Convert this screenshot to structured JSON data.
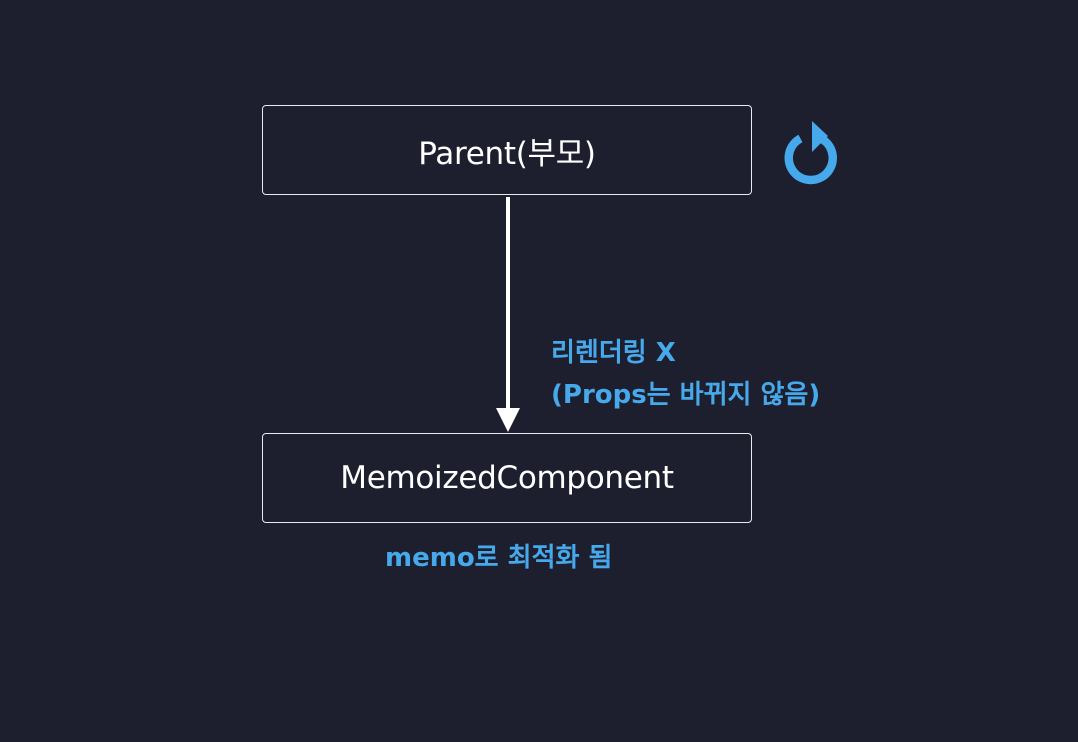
{
  "nodes": {
    "parent": {
      "label": "Parent(부모)"
    },
    "child": {
      "label": "MemoizedComponent"
    }
  },
  "edge": {
    "annotation_line1": "리렌더링 X",
    "annotation_line2": "(Props는 바뀌지 않음)"
  },
  "child_note": "memo로 최적화 됨",
  "icons": {
    "parent_status": "refresh-icon"
  },
  "colors": {
    "background": "#1e1f2e",
    "node_border": "#e9e9ef",
    "text": "#ffffff",
    "accent": "#46a9ec"
  }
}
